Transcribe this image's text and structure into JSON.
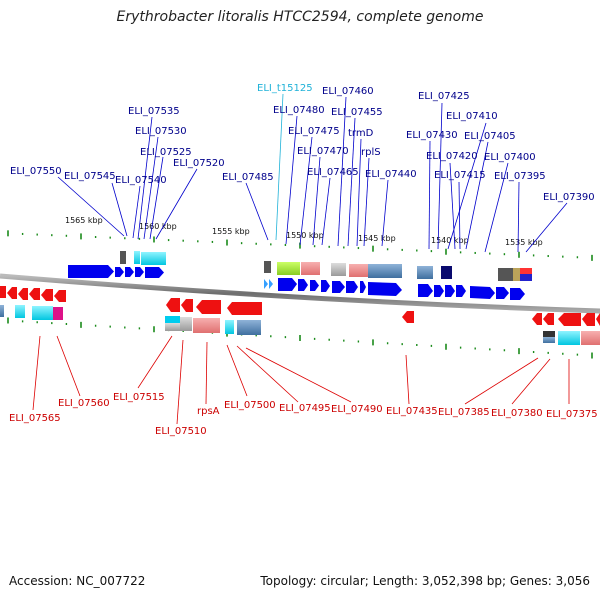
{
  "title": "Erythrobacter litoralis HTCC2594, complete genome",
  "footer": {
    "accession": "Accession: NC_007722",
    "summary": "Topology: circular; Length: 3,052,398 bp; Genes: 3,056"
  },
  "colors": {
    "forward_label": "#00008b",
    "reverse_label": "#cc0000",
    "rna_label": "#20b2d8",
    "forward_arrow": "#0000ee",
    "reverse_arrow": "#ee1111",
    "tick": "#1a8a1a",
    "backbone": "#808080"
  },
  "scale_labels": [
    "1565 kbp",
    "1560 kbp",
    "1555 kbp",
    "1550 kbp",
    "1545 kbp",
    "1540 kbp",
    "1535 kbp"
  ],
  "top_labels": [
    {
      "text": "ELI_07550",
      "strand": "forward"
    },
    {
      "text": "ELI_07545",
      "strand": "forward"
    },
    {
      "text": "ELI_07540",
      "strand": "forward"
    },
    {
      "text": "ELI_07535",
      "strand": "forward"
    },
    {
      "text": "ELI_07530",
      "strand": "forward"
    },
    {
      "text": "ELI_07525",
      "strand": "forward"
    },
    {
      "text": "ELI_07520",
      "strand": "forward"
    },
    {
      "text": "ELI_07485",
      "strand": "forward"
    },
    {
      "text": "ELI_t15125",
      "strand": "rna"
    },
    {
      "text": "ELI_07480",
      "strand": "forward"
    },
    {
      "text": "ELI_07475",
      "strand": "forward"
    },
    {
      "text": "ELI_07470",
      "strand": "forward"
    },
    {
      "text": "ELI_07465",
      "strand": "forward"
    },
    {
      "text": "ELI_07460",
      "strand": "forward"
    },
    {
      "text": "ELI_07455",
      "strand": "forward"
    },
    {
      "text": "trmD",
      "strand": "forward"
    },
    {
      "text": "rplS",
      "strand": "forward"
    },
    {
      "text": "ELI_07440",
      "strand": "forward"
    },
    {
      "text": "ELI_07425",
      "strand": "forward"
    },
    {
      "text": "ELI_07430",
      "strand": "forward"
    },
    {
      "text": "ELI_07410",
      "strand": "forward"
    },
    {
      "text": "ELI_07420",
      "strand": "forward"
    },
    {
      "text": "ELI_07405",
      "strand": "forward"
    },
    {
      "text": "ELI_07415",
      "strand": "forward"
    },
    {
      "text": "ELI_07400",
      "strand": "forward"
    },
    {
      "text": "ELI_07395",
      "strand": "forward"
    },
    {
      "text": "ELI_07390",
      "strand": "forward"
    }
  ],
  "bottom_labels": [
    {
      "text": "ELI_07565",
      "strand": "reverse"
    },
    {
      "text": "ELI_07560",
      "strand": "reverse"
    },
    {
      "text": "ELI_07515",
      "strand": "reverse"
    },
    {
      "text": "ELI_07510",
      "strand": "reverse"
    },
    {
      "text": "rpsA",
      "strand": "reverse"
    },
    {
      "text": "ELI_07500",
      "strand": "reverse"
    },
    {
      "text": "ELI_07495",
      "strand": "reverse"
    },
    {
      "text": "ELI_07490",
      "strand": "reverse"
    },
    {
      "text": "ELI_07435",
      "strand": "reverse"
    },
    {
      "text": "ELI_07385",
      "strand": "reverse"
    },
    {
      "text": "ELI_07380",
      "strand": "reverse"
    },
    {
      "text": "ELI_07375",
      "strand": "reverse"
    }
  ]
}
